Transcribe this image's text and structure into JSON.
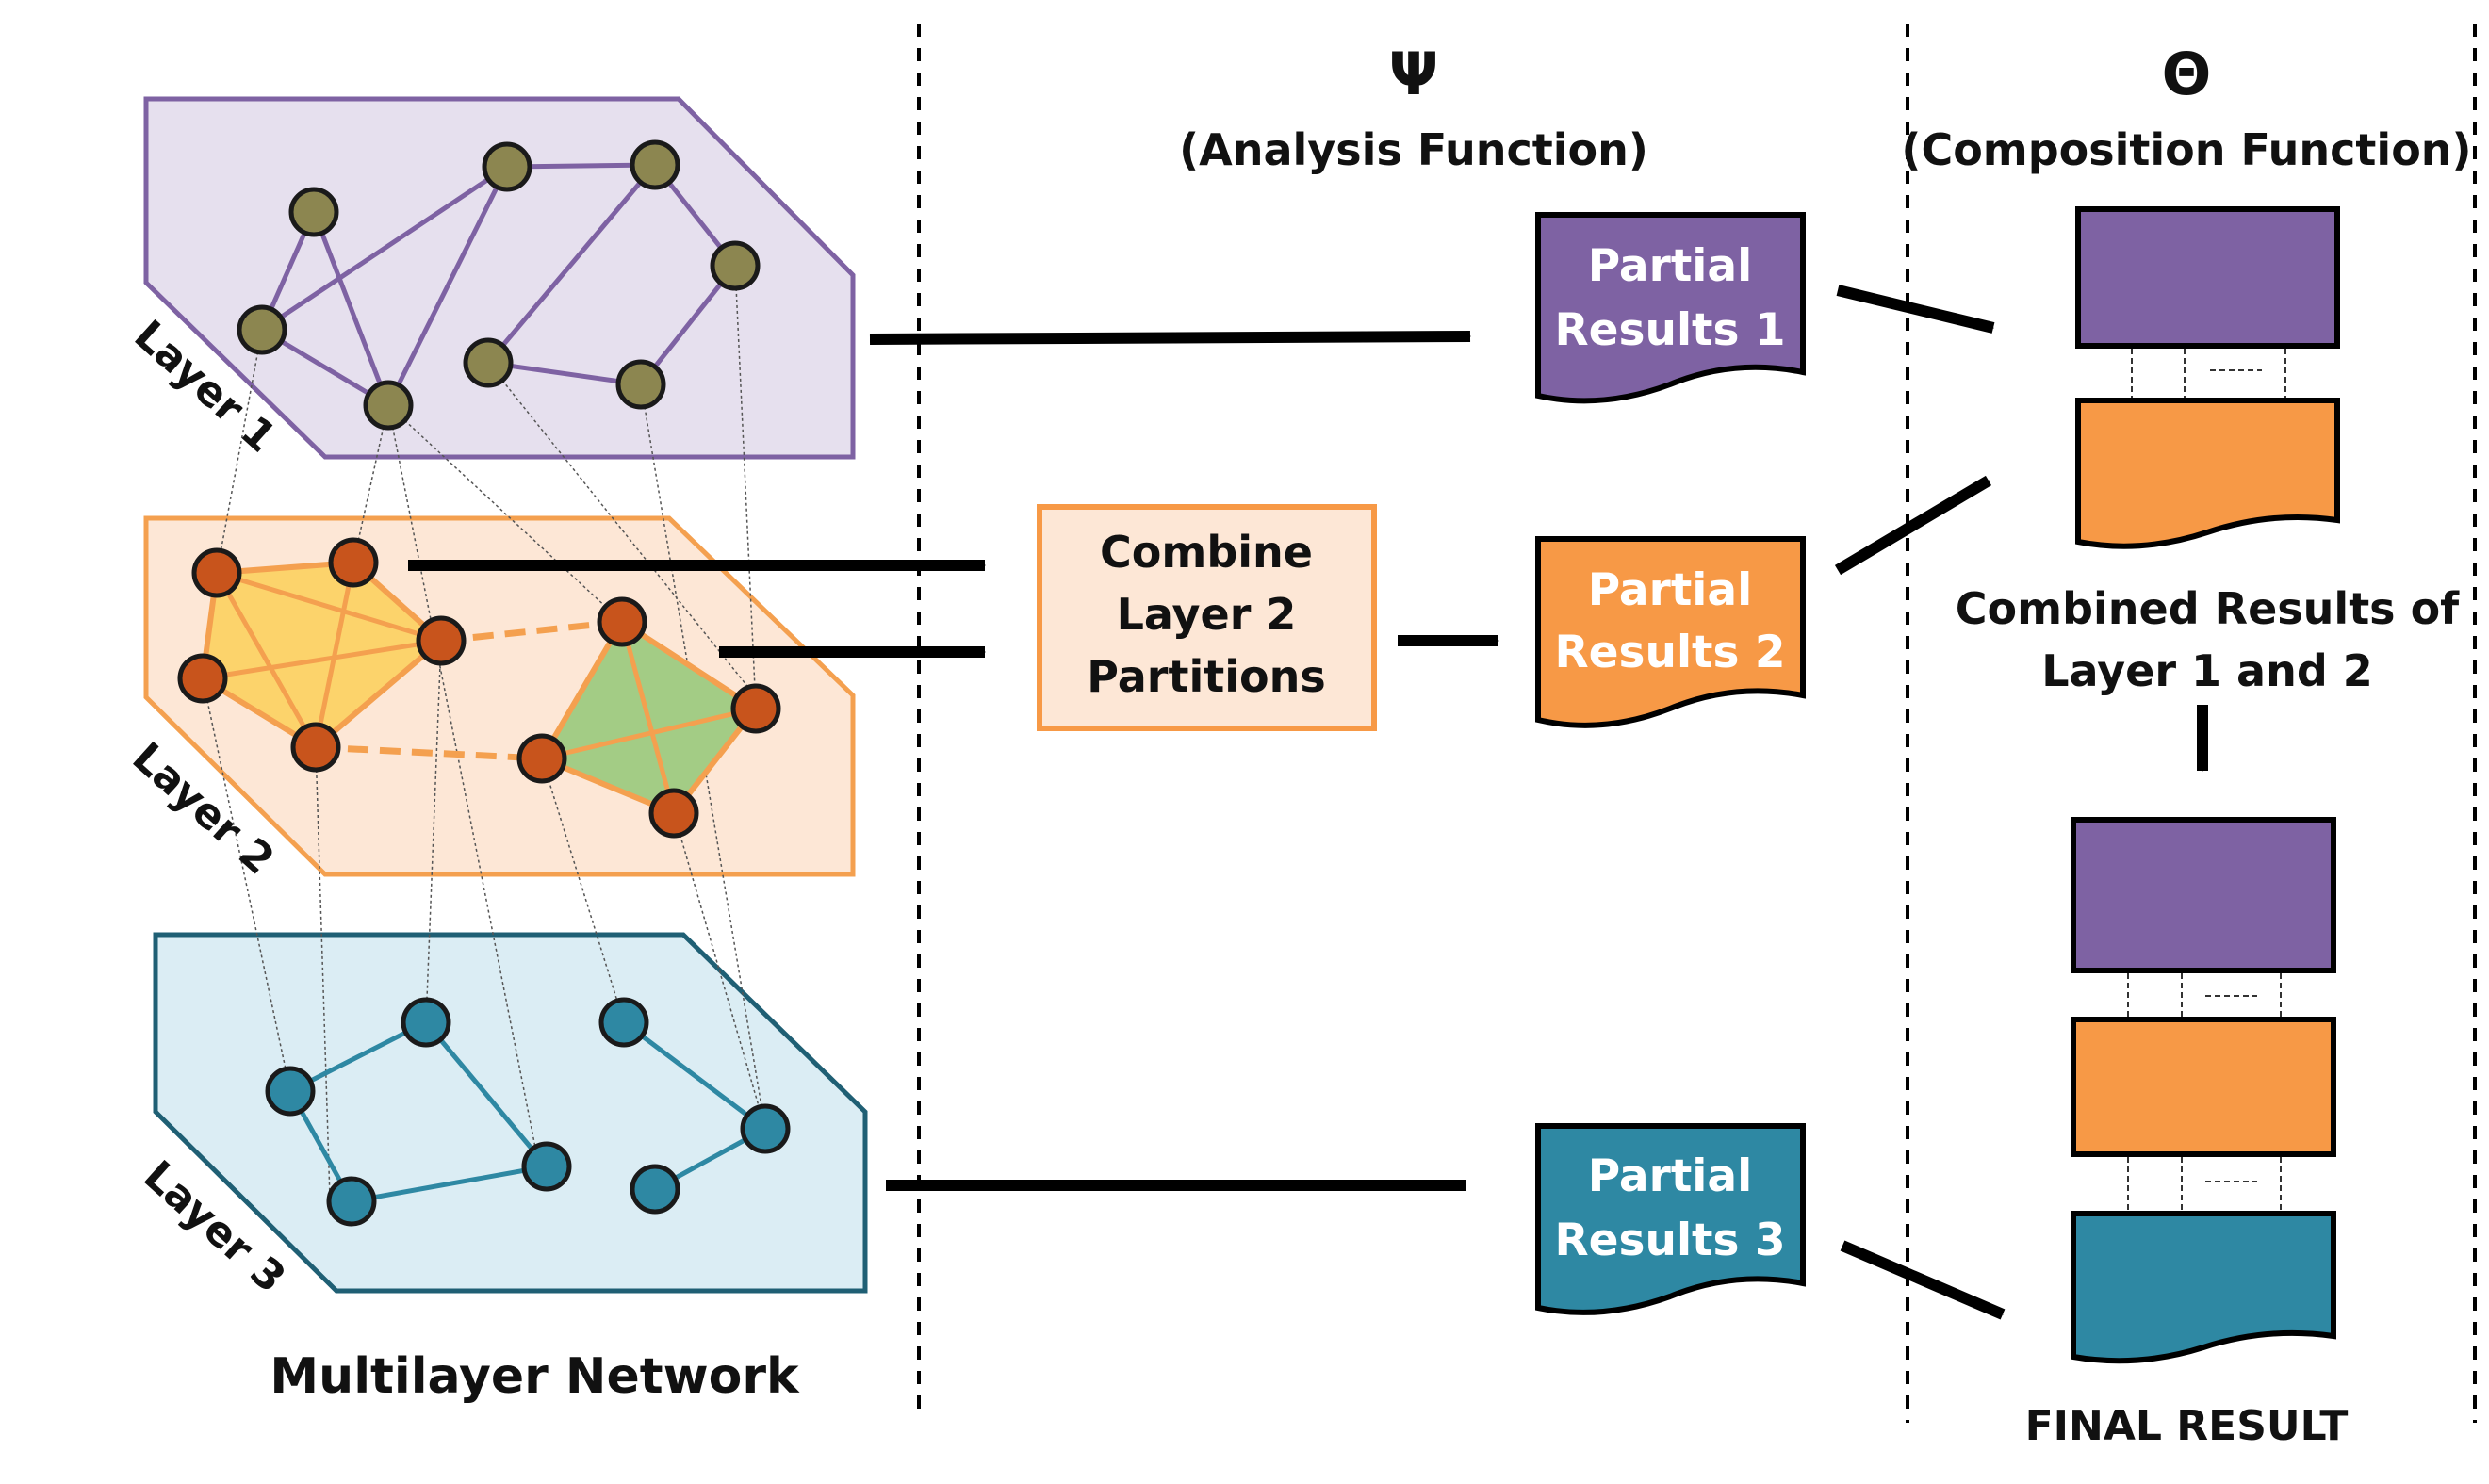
{
  "headers": {
    "psi_symbol": "Ψ",
    "psi_caption": "(Analysis Function)",
    "theta_symbol": "Θ",
    "theta_caption": "(Composition Function)"
  },
  "network": {
    "title": "Multilayer Network",
    "layers": [
      {
        "label": "Layer 1",
        "color": "#7e62a3",
        "fill": "#e6e0ee",
        "node_color": "#8c8650"
      },
      {
        "label": "Layer 2",
        "color": "#f4a04f",
        "fill": "#fde7d6",
        "node_color": "#c8541c"
      },
      {
        "label": "Layer 3",
        "color": "#1f5f74",
        "fill": "#dbedf4",
        "node_color": "#2e88a3"
      }
    ],
    "partition_colors": [
      "#fcd36b",
      "#a3cc85"
    ]
  },
  "combine_box": {
    "lines": [
      "Combine",
      "Layer 2",
      "Partitions"
    ]
  },
  "partials": [
    {
      "lines": [
        "Partial",
        "Results 1"
      ],
      "color": "#7e62a3"
    },
    {
      "lines": [
        "Partial",
        "Results 2"
      ],
      "color": "#f79946"
    },
    {
      "lines": [
        "Partial",
        "Results 3"
      ],
      "color": "#2e88a3"
    }
  ],
  "composition": {
    "combined_caption": [
      "Combined Results of",
      "Layer 1 and 2"
    ],
    "final_caption": "FINAL RESULT"
  }
}
